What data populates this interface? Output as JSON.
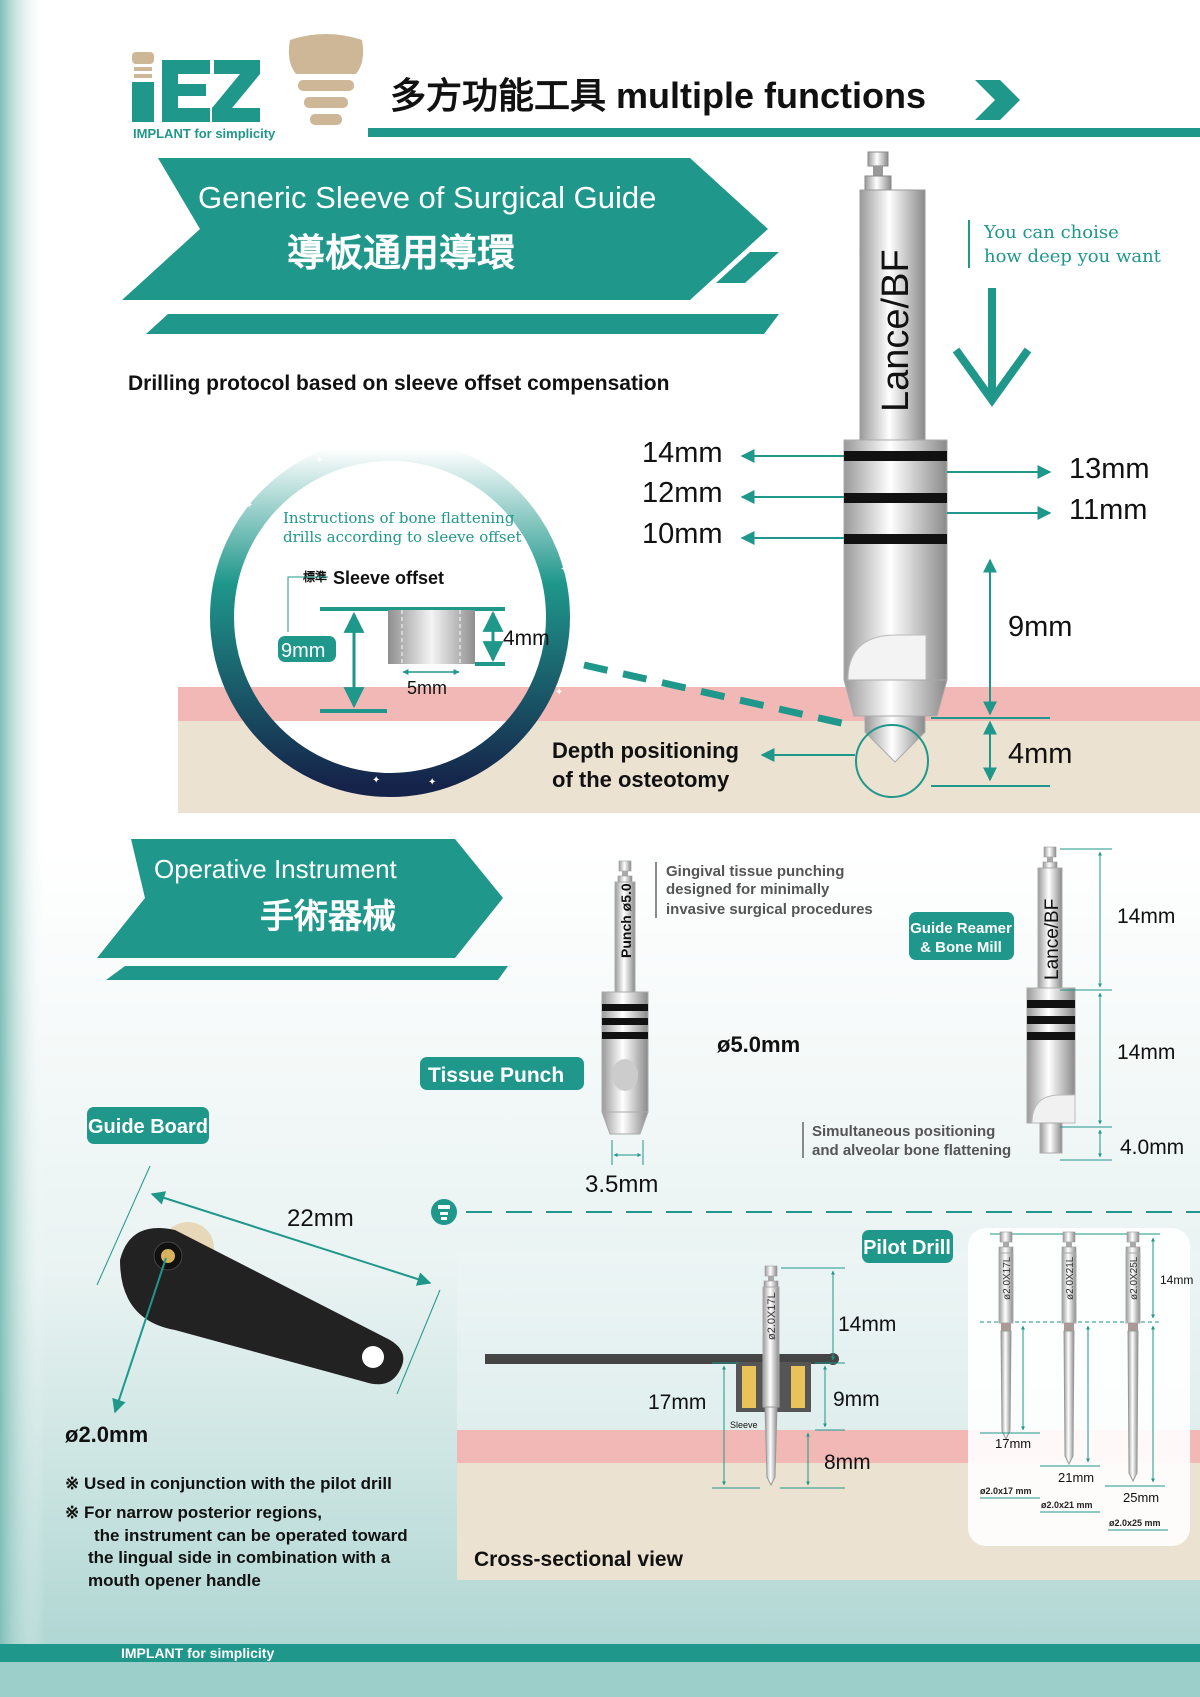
{
  "brand": {
    "logo_text": "iEZ",
    "tagline": "IMPLANT for simplicity"
  },
  "header": {
    "title": "多方功能工具  multiple functions"
  },
  "colors": {
    "teal": "#1f978b",
    "dark_teal": "#0f7c73",
    "gum": "#f2b8b5",
    "bone": "#ece2d2",
    "tan": "#cdb797"
  },
  "section1": {
    "banner_en": "Generic Sleeve of Surgical Guide",
    "banner_zh": "導板通用導環",
    "subtitle": "Drilling protocol based on sleeve offset compensation",
    "note_line1": "You can choise",
    "note_line2": "how deep you want",
    "drill_label": "Lance/BF",
    "left_depths": [
      "14mm",
      "12mm",
      "10mm"
    ],
    "right_depths": [
      "13mm",
      "11mm"
    ],
    "dim_9": "9mm",
    "dim_4": "4mm",
    "depth_line1": "Depth positioning",
    "depth_line2": "of the osteotomy",
    "circle": {
      "title_line1": "Instructions of bone flattening",
      "title_line2": "drills according to sleeve offset",
      "std_zh": "標準",
      "std_label": "Sleeve offset",
      "offset": "9mm",
      "height": "4mm",
      "width": "5mm"
    }
  },
  "section2": {
    "banner_en": "Operative Instrument",
    "banner_zh": "手術器械",
    "punch": {
      "badge": "Tissue Punch",
      "label": "Punch ø5.0",
      "desc": [
        "Gingival tissue punching",
        "designed for minimally",
        "invasive surgical procedures"
      ],
      "diameter": "ø5.0mm",
      "tip": "3.5mm"
    },
    "reamer": {
      "badge_line1": "Guide Reamer",
      "badge_line2": "& Bone Mill",
      "label": "Lance/BF",
      "dims": [
        "14mm",
        "14mm",
        "4.0mm"
      ],
      "desc": [
        "Simultaneous positioning",
        "and alveolar bone flattening"
      ]
    },
    "guide_board": {
      "badge": "Guide Board",
      "length": "22mm",
      "hole": "ø2.0mm",
      "notes": [
        "※ Used in conjunction with the pilot drill",
        "※ For narrow posterior regions,",
        "the instrument can be operated toward",
        "the lingual side in combination with a",
        "mouth opener handle"
      ]
    },
    "pilot": {
      "badge": "Pilot Drill",
      "cross_section_label": "Cross-sectional view",
      "drill_label": "ø2.0X17L",
      "sleeve_label": "Sleeve",
      "dims": {
        "top": "14mm",
        "sleeve": "9mm",
        "total": "17mm",
        "below": "8mm"
      },
      "drills": [
        {
          "label": "ø2.0X17L",
          "length": "17mm",
          "spec": "ø2.0x17 mm"
        },
        {
          "label": "ø2.0X21L",
          "length": "21mm",
          "spec": "ø2.0x21 mm"
        },
        {
          "label": "ø2.0X25L",
          "length": "25mm",
          "spec": "ø2.0x25 mm"
        }
      ],
      "shank": "14mm"
    }
  },
  "footer": {
    "tagline": "IMPLANT for simplicity"
  }
}
